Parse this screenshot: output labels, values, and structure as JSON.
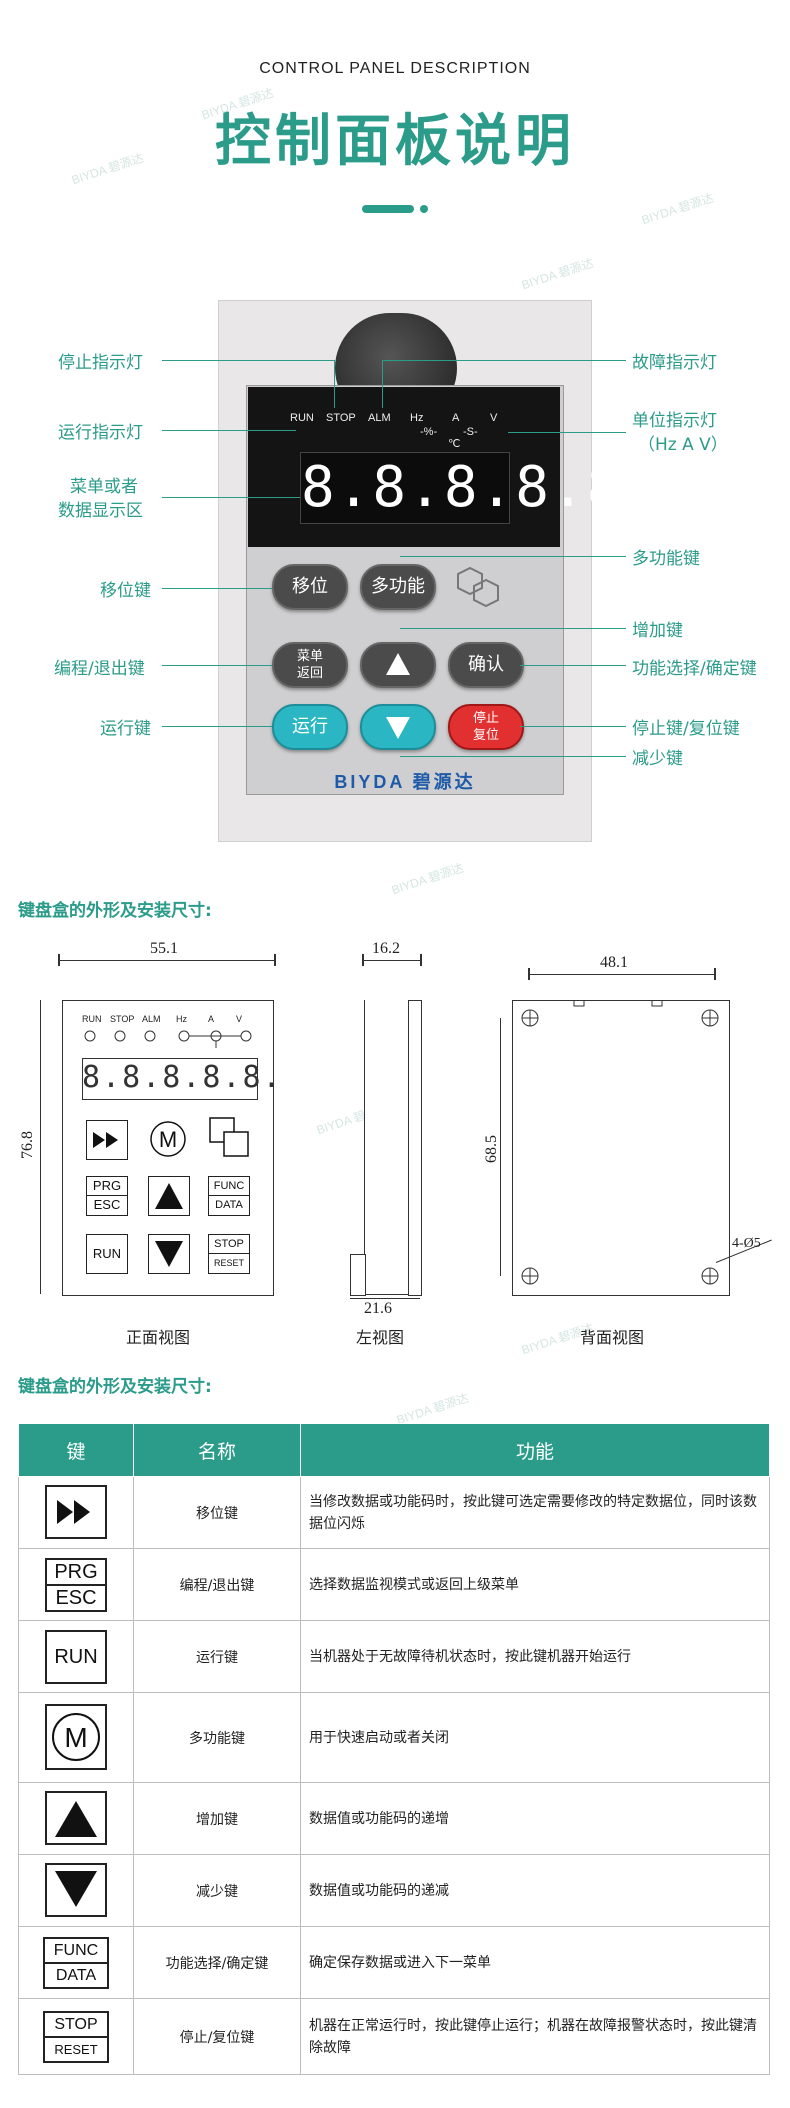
{
  "header": {
    "subtitle": "CONTROL PANEL DESCRIPTION",
    "title": "控制面板说明"
  },
  "watermark": "BIYDA 碧源达",
  "panel": {
    "led_labels": [
      "RUN",
      "STOP",
      "ALM",
      "Hz",
      "A",
      "V"
    ],
    "unit_marks": [
      "-%-",
      "-S-",
      "℃"
    ],
    "display": "8.8.8.8.8.",
    "keys": {
      "shift": "移位",
      "multi": "多功能",
      "prg_line1": "菜单",
      "prg_line2": "返回",
      "confirm": "确认",
      "run": "运行",
      "stop_line1": "停止",
      "stop_line2": "复位"
    },
    "brand": "BIYDA 碧源达"
  },
  "callouts": {
    "stop_light": "停止指示灯",
    "run_light": "运行指示灯",
    "menu_display_1": "菜单或者",
    "menu_display_2": "数据显示区",
    "shift_key": "移位键",
    "prg_key": "编程/退出键",
    "run_key": "运行键",
    "fault_light": "故障指示灯",
    "unit_light": "单位指示灯",
    "unit_light_sub": "（Hz A V）",
    "multi_key": "多功能键",
    "up_key": "增加键",
    "func_key": "功能选择/确定键",
    "stop_key": "停止键/复位键",
    "down_key": "减少键"
  },
  "dimensions": {
    "heading": "键盘盒的外形及安装尺寸:",
    "front_width": "55.1",
    "front_height": "76.8",
    "side_top": "16.2",
    "side_bottom": "21.6",
    "back_width": "48.1",
    "back_height": "68.5",
    "hole": "4-Ø5",
    "captions": [
      "正面视图",
      "左视图",
      "背面视图"
    ],
    "front_keys": {
      "prg": "PRG",
      "esc": "ESC",
      "func": "FUNC",
      "data": "DATA",
      "run": "RUN",
      "stop": "STOP",
      "reset": "RESET"
    }
  },
  "table": {
    "heading": "键盘盒的外形及安装尺寸:",
    "headers": [
      "键",
      "名称",
      "功能"
    ],
    "rows": [
      {
        "icon": "fast-forward-icon",
        "key1": "",
        "key2": "",
        "name": "移位键",
        "func": "当修改数据或功能码时，按此键可选定需要修改的特定数据位，同时该数据位闪烁"
      },
      {
        "icon": "prg-esc-icon",
        "key1": "PRG",
        "key2": "ESC",
        "name": "编程/退出键",
        "func": "选择数据监视模式或返回上级菜单"
      },
      {
        "icon": "run-icon",
        "key1": "RUN",
        "key2": "",
        "name": "运行键",
        "func": "当机器处于无故障待机状态时，按此键机器开始运行"
      },
      {
        "icon": "m-circle-icon",
        "key1": "M",
        "key2": "",
        "name": "多功能键",
        "func": "用于快速启动或者关闭"
      },
      {
        "icon": "triangle-up-icon",
        "key1": "",
        "key2": "",
        "name": "增加键",
        "func": "数据值或功能码的递增"
      },
      {
        "icon": "triangle-down-icon",
        "key1": "",
        "key2": "",
        "name": "减少键",
        "func": "数据值或功能码的递减"
      },
      {
        "icon": "func-data-icon",
        "key1": "FUNC",
        "key2": "DATA",
        "name": "功能选择/确定键",
        "func": "确定保存数据或进入下一菜单"
      },
      {
        "icon": "stop-reset-icon",
        "key1": "STOP",
        "key2": "RESET",
        "name": "停止/复位键",
        "func": "机器在正常运行时，按此键停止运行；机器在故障报警状态时，按此键清除故障"
      }
    ]
  }
}
